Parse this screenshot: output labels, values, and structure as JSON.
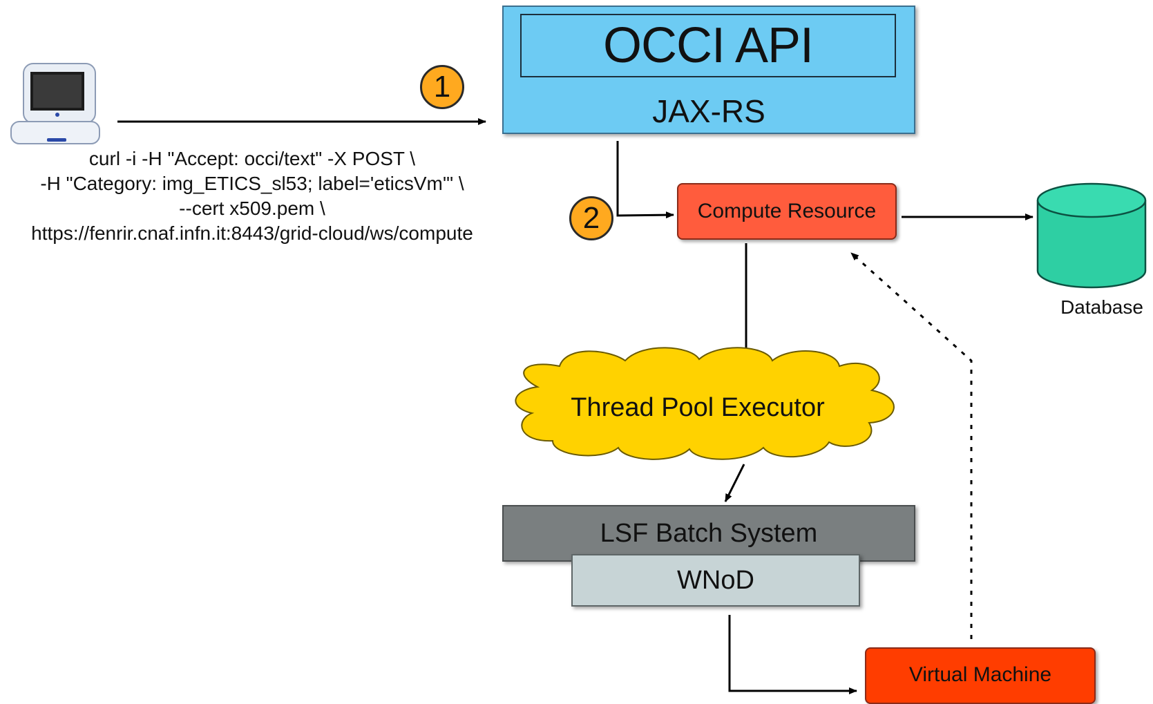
{
  "occi_api": {
    "title": "OCCI API",
    "subtitle": "JAX-RS"
  },
  "client": {
    "laptop_icon": "laptop-icon",
    "command_lines": [
      "curl -i -H \"Accept: occi/text\" -X POST \\",
      "-H \"Category: img_ETICS_sl53; label='eticsVm'\" \\",
      "--cert x509.pem \\",
      "https://fenrir.cnaf.infn.it:8443/grid-cloud/ws/compute"
    ]
  },
  "steps": {
    "one": "1",
    "two": "2"
  },
  "nodes": {
    "compute_resource": "Compute Resource",
    "database": "Database",
    "thread_pool": "Thread Pool Executor",
    "lsf": "LSF Batch System",
    "wnod": "WNoD",
    "virtual_machine": "Virtual Machine"
  },
  "colors": {
    "occi_fill": "#6dcbf3",
    "compute_fill": "#ff5c3d",
    "database_fill": "#2ecfa3",
    "thread_pool_fill": "#ffd200",
    "lsf_fill": "#7a7f80",
    "wnod_fill": "#c7d4d6",
    "vm_fill": "#ff3d00",
    "step_fill": "#ffa91f"
  }
}
